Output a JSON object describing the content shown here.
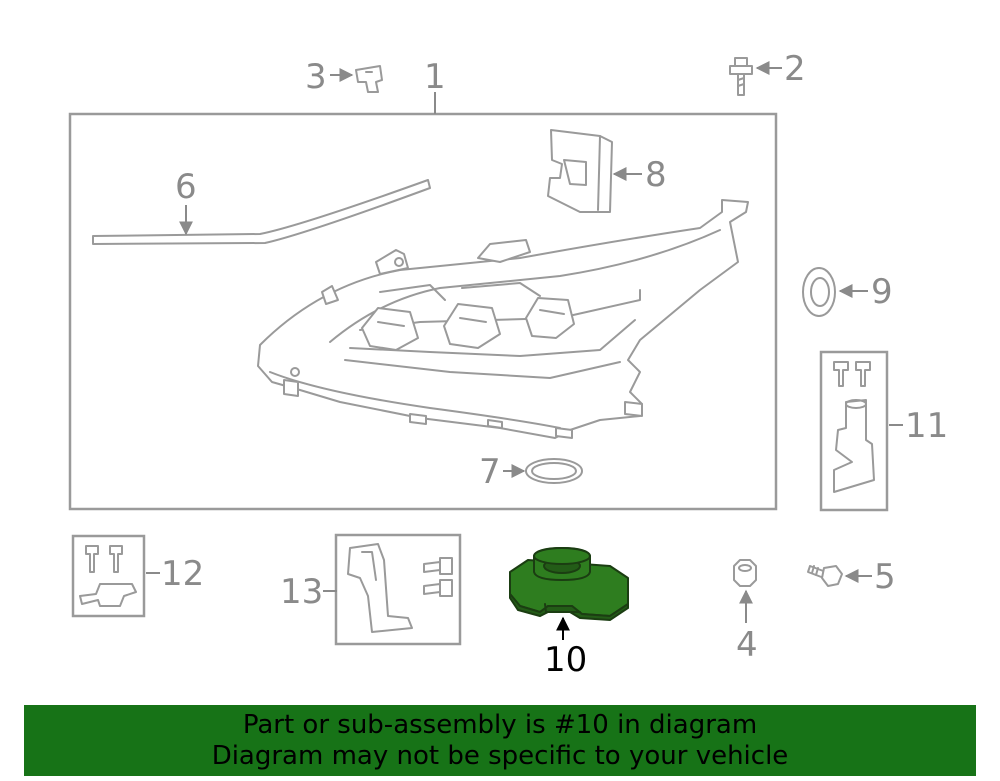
{
  "callouts": {
    "c1": "1",
    "c2": "2",
    "c3": "3",
    "c4": "4",
    "c5": "5",
    "c6": "6",
    "c7": "7",
    "c8": "8",
    "c9": "9",
    "c10": "10",
    "c11": "11",
    "c12": "12",
    "c13": "13"
  },
  "highlighted_part": "10",
  "colors": {
    "highlight": "#2e7d1f",
    "banner": "#177317",
    "line": "#9a9a9a"
  },
  "banner": {
    "line1": "Part or sub-assembly is #10 in diagram",
    "line2": "Diagram may not be specific to your vehicle"
  }
}
